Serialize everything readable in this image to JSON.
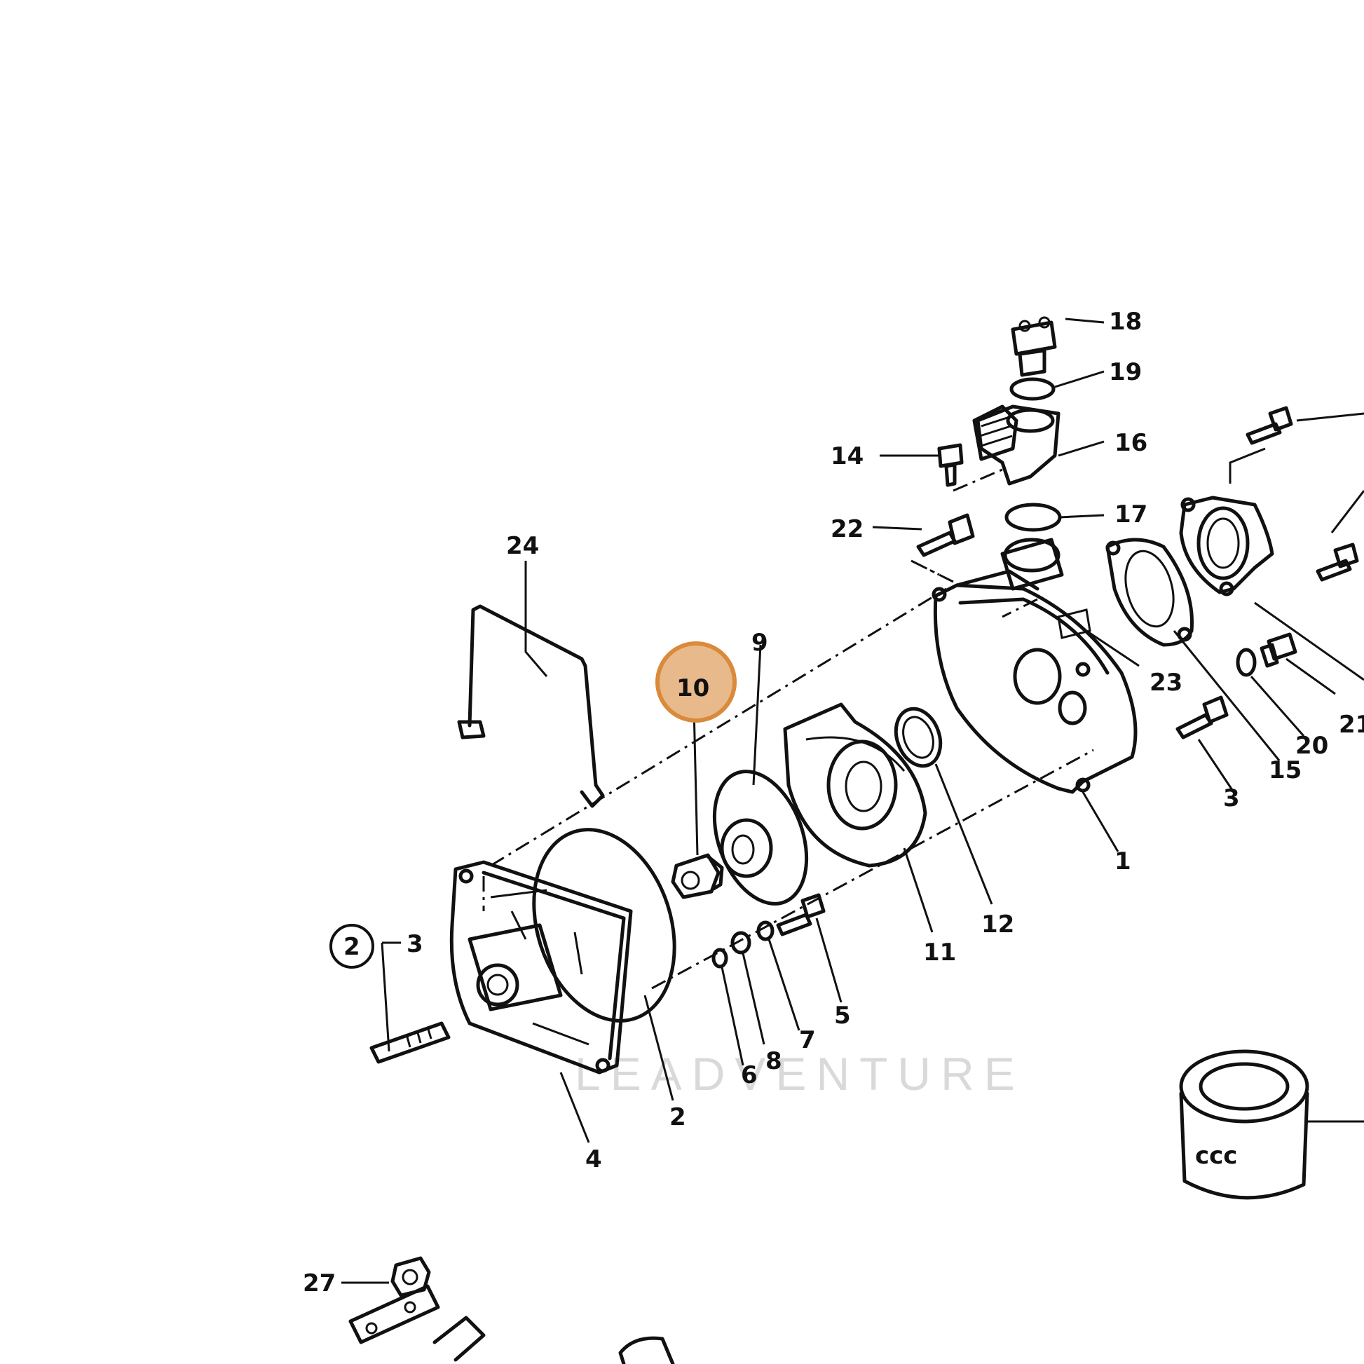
{
  "watermark": "LEADVENTURE",
  "highlighted_part": "10",
  "colors": {
    "highlight_fill": "#e8b98a",
    "highlight_stroke": "#d98a3a",
    "ink": "#111111"
  },
  "callouts": {
    "c1": "1",
    "c2": "2",
    "c2b": "2",
    "c3a": "3",
    "c3b": "3",
    "c4": "4",
    "c5": "5",
    "c6": "6",
    "c7": "7",
    "c8": "8",
    "c9": "9",
    "c10": "10",
    "c11": "11",
    "c12": "12",
    "c14": "14",
    "c15": "15",
    "c16": "16",
    "c17": "17",
    "c18": "18",
    "c19": "19",
    "c20": "20",
    "c21": "21",
    "c22": "22",
    "c23": "23",
    "c24": "24",
    "c27": "27",
    "circ2": "2",
    "circ3": "3"
  }
}
